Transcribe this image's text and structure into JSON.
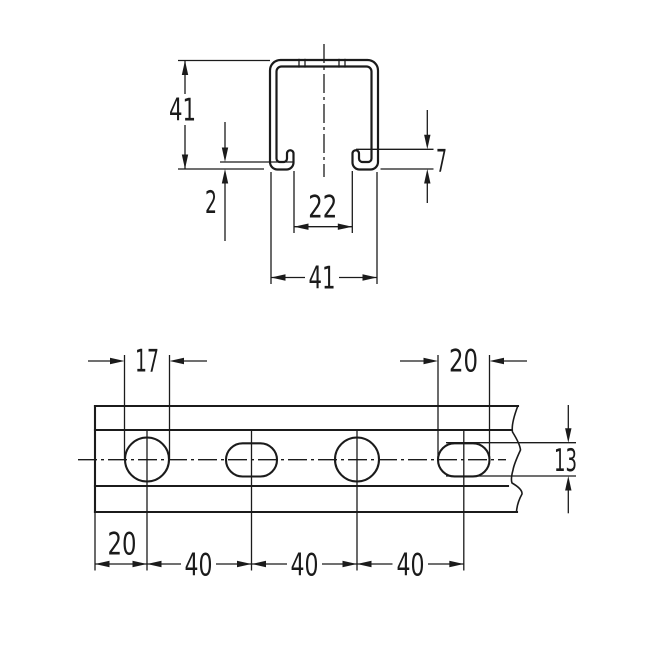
{
  "drawing": {
    "cross_section": {
      "overall_height": "41",
      "material_thickness": "2",
      "slot_opening": "22",
      "overall_width": "41",
      "lip_height": "7"
    },
    "plan_view": {
      "round_hole_diameter": "17",
      "slot_hole_length": "20",
      "hole_width_across": "13",
      "end_to_first_hole": "20",
      "hole_spacing": [
        "40",
        "40",
        "40"
      ]
    },
    "colors": {
      "line": "#1b1b1b",
      "background": "#ffffff"
    }
  }
}
